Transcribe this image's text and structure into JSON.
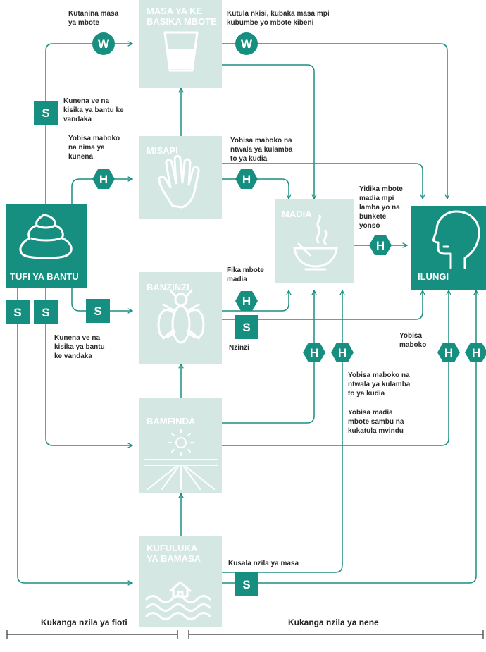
{
  "colors": {
    "teal": "#178f80",
    "light": "#d5e7e3",
    "line": "#1a8f80"
  },
  "boxes": {
    "water": "MASA YA KE\nBASIKA MBOTE",
    "hands": "MISAPI",
    "food": "MADIA",
    "flies": "BANZINZI",
    "fields": "BAMFINDA",
    "floods": "KUFULUKA\nYA BAMASA",
    "feces": "TUFI YA BANTU",
    "host": "ILUNGI"
  },
  "icons": {
    "water": "glass-icon",
    "hands": "hand-icon",
    "food": "bowl-icon",
    "flies": "fly-icon",
    "fields": "field-sun-icon",
    "floods": "flood-house-icon",
    "feces": "poop-icon",
    "host": "head-icon"
  },
  "badges": {
    "water": "W",
    "hygiene": "H",
    "sanitation": "S"
  },
  "annotations": {
    "boil_water": "Kutanina masa\nya mbote",
    "treat_water": "Kutula nkisi, kubaka masa mpi\nkubumbe yo mbote kibeni",
    "toilet_top": "Kunena ve na\nkisika ya bantu ke\nvandaka",
    "wash_after": "Yobisa maboko\nna nima ya\nkunena",
    "wash_before_food": "Yobisa maboko na\nntwala ya kulamba\nto ya kudia",
    "cover_keep_food": "Yidika mbote\nmadia mpi\nlamba yo na\nbunkete\nyonso",
    "cover_food": "Fika mbote\nmadia",
    "toilet_mid": "Kunena ve na\nkisika ya bantu\nke vandaka",
    "flies_label": "Nzinzi",
    "wash_hands": "Yobisa\nmaboko",
    "wash_before_food_2": "Yobisa maboko na\nntwala ya kulamba\nto ya kudia",
    "wash_food": "Yobisa madia\nmbote sambu na\nkukatula mvindu",
    "protect_water": "Kusala nzila ya masa"
  },
  "footer": {
    "primary_barrier": "Kukanga nzila ya fioti",
    "secondary_barrier": "Kukanga nzila ya nene"
  }
}
